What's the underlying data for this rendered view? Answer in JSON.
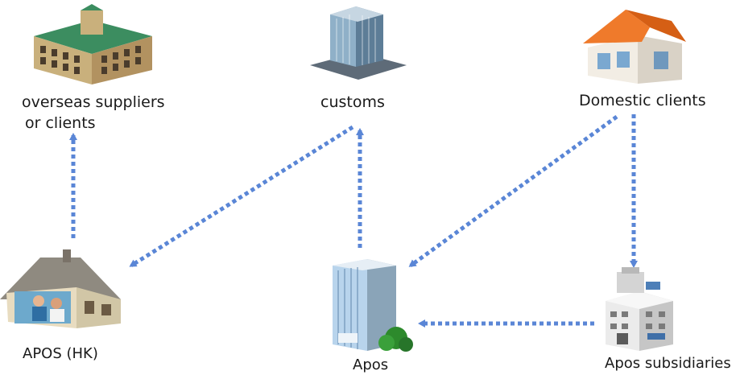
{
  "nodes": {
    "overseas": {
      "label_line1": "overseas suppliers",
      "label_line2": "or clients",
      "icon": "historic-building-icon"
    },
    "customs": {
      "label": "customs",
      "icon": "office-tower-icon"
    },
    "domestic": {
      "label": "Domestic clients",
      "icon": "house-icon"
    },
    "apos_hk": {
      "label": "APOS (HK)",
      "icon": "home-office-icon"
    },
    "apos": {
      "label": "Apos",
      "icon": "skyscraper-icon"
    },
    "subsidiaries": {
      "label": "Apos subsidiaries",
      "icon": "industrial-building-icon"
    }
  },
  "colors": {
    "arrow": "#5a86d6",
    "text": "#1a1a1a"
  },
  "arrows": [
    {
      "from": "APOS (HK)",
      "to": "overseas suppliers or clients"
    },
    {
      "from": "customs",
      "to": "APOS (HK)"
    },
    {
      "from": "Apos",
      "to": "customs"
    },
    {
      "from": "Domestic clients",
      "to": "Apos"
    },
    {
      "from": "Domestic clients",
      "to": "Apos subsidiaries"
    },
    {
      "from": "Apos subsidiaries",
      "to": "Apos"
    }
  ]
}
